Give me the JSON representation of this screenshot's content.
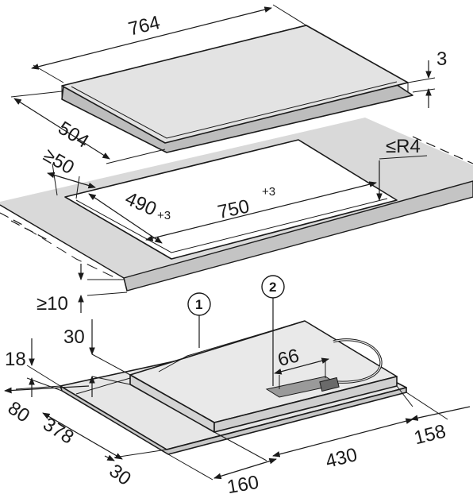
{
  "colors": {
    "glass_top": "#e3e3e3",
    "glass_edge": "#bdbdbd",
    "countertop": "#d9d9d9",
    "countertop_side": "#c4c4c4",
    "line": "#1a1a1a",
    "connector": "#9a9a9a"
  },
  "cooktop": {
    "width": "764",
    "depth": "504",
    "thickness": "3"
  },
  "cutout": {
    "min_front_distance": "≥50",
    "depth": "490",
    "depth_tolerance": "+3",
    "width": "750",
    "width_tolerance": "+3",
    "corner_radius": "≤R4",
    "min_counter_thickness": "≥10"
  },
  "underside": {
    "dim_30_left": "30",
    "dim_18": "18",
    "dim_80": "80",
    "dim_378": "378",
    "dim_30_bottom": "30",
    "dim_160": "160",
    "dim_430": "430",
    "dim_158": "158",
    "dim_66": "66",
    "callout_1": "1",
    "callout_2": "2"
  }
}
